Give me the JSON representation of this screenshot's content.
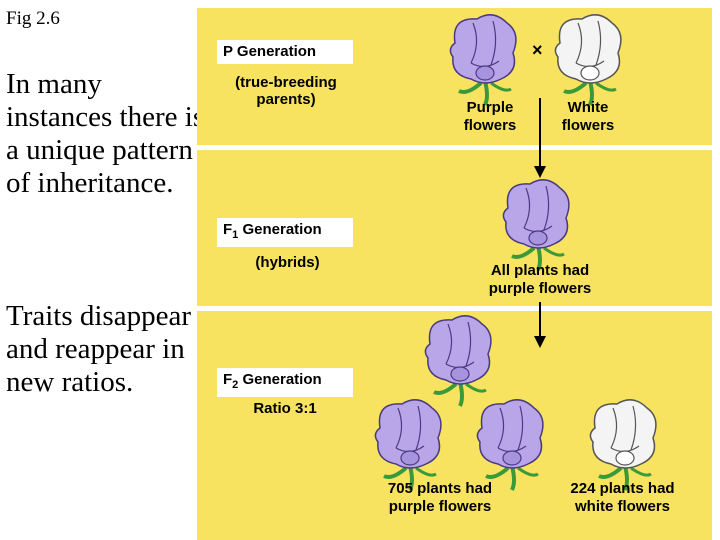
{
  "fig_label": "Fig 2.6",
  "intro_text": "In many instances there is a unique pattern of inheritance.",
  "traits_text": "Traits disappear and reappear in new ratios.",
  "diagram": {
    "p": {
      "title": "P Generation",
      "subtitle": "(true-breeding parents)",
      "cross": "×",
      "left_caption": "Purple flowers",
      "right_caption": "White flowers"
    },
    "f1": {
      "title_prefix": "F",
      "title_sub": "1",
      "title_suffix": " Generation",
      "subtitle": "(hybrids)",
      "caption": "All plants had purple flowers"
    },
    "f2": {
      "title_prefix": "F",
      "title_sub": "2",
      "title_suffix": " Generation",
      "subtitle": "Ratio 3:1",
      "purple_caption": "705 plants had purple flowers",
      "white_caption": "224 plants had white flowers"
    },
    "colors": {
      "background": "#f7e35f",
      "purple_flower": "#b8a6e8",
      "white_flower": "#f4f4f4",
      "stem": "#3a9a3a"
    }
  }
}
